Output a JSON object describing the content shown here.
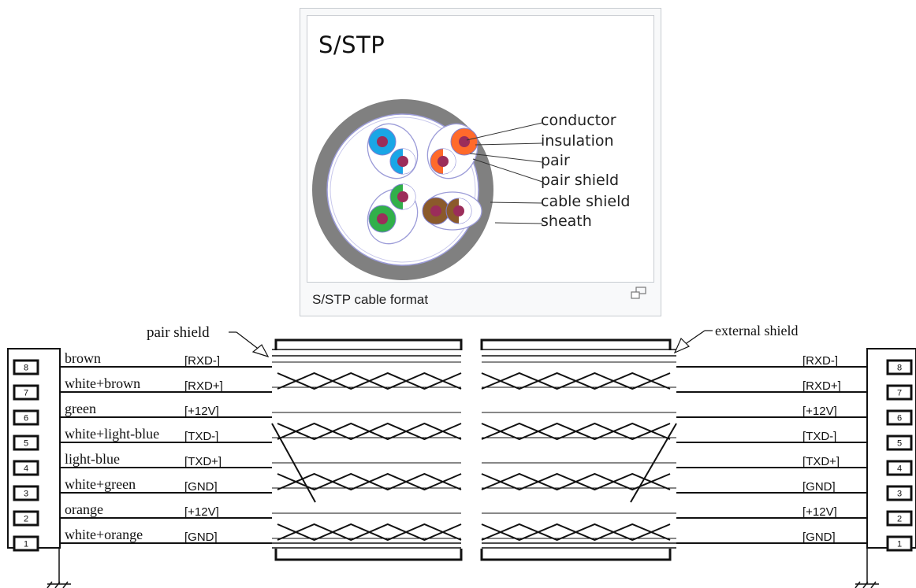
{
  "infobox": {
    "title": "S/STP",
    "caption": "S/STP cable format",
    "enlarge_icon": "enlarge-icon",
    "labels": [
      "conductor",
      "insulation",
      "pair",
      "pair shield",
      "cable shield",
      "sheath"
    ],
    "colors": {
      "blue": "#1aa6e6",
      "orange": "#ff6a2b",
      "green": "#31b04a",
      "brown": "#8b5a2b",
      "sheath": "#808080",
      "conductor": "#9b2d5a"
    }
  },
  "wiring": {
    "pair_shield_label": "pair shield",
    "external_shield_label": "external shield",
    "wires": [
      {
        "pin": "8",
        "color": "brown",
        "signal_left": "[RXD-]",
        "signal_right": "[RXD-]"
      },
      {
        "pin": "7",
        "color": "white+brown",
        "signal_left": "[RXD+]",
        "signal_right": "[RXD+]"
      },
      {
        "pin": "6",
        "color": "green",
        "signal_left": "[+12V]",
        "signal_right": "[+12V]"
      },
      {
        "pin": "5",
        "color": "white+light-blue",
        "signal_left": "[TXD-]",
        "signal_right": "[TXD-]"
      },
      {
        "pin": "4",
        "color": "light-blue",
        "signal_left": "[TXD+]",
        "signal_right": "[TXD+]"
      },
      {
        "pin": "3",
        "color": "white+green",
        "signal_left": "[GND]",
        "signal_right": "[GND]"
      },
      {
        "pin": "2",
        "color": "orange",
        "signal_left": "[+12V]",
        "signal_right": "[+12V]"
      },
      {
        "pin": "1",
        "color": "white+orange",
        "signal_left": "[GND]",
        "signal_right": "[GND]"
      }
    ]
  }
}
